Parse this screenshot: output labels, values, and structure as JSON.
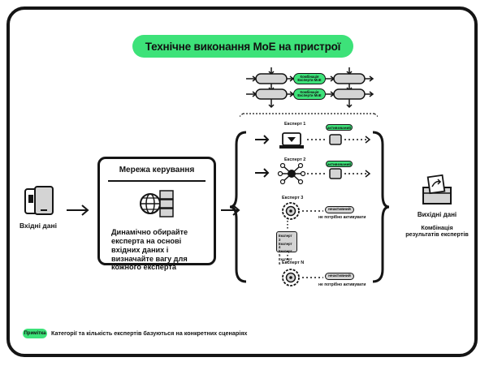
{
  "title": "Технічне виконання MoE на пристрої",
  "input": {
    "label": "Вхідні дані"
  },
  "gate": {
    "title": "Мережа керування",
    "description": "Динамічно обирайте експерта на основі вхідних даних і визначайте вагу для кожного експерта"
  },
  "flow_tags": {
    "top": "Комбінація Експерти MoE",
    "bottom": "Комбінація Експерти MoE"
  },
  "experts": [
    {
      "name": "Експерт 1",
      "status": "активований",
      "active": true
    },
    {
      "name": "Експерт 2",
      "status": "активований",
      "active": true
    },
    {
      "name": "Експерт 3",
      "status": "неактивний",
      "note": "не потрібно активувати",
      "active": false
    },
    {
      "name": "Експерт N",
      "status": "неактивний",
      "note": "не потрібно активувати",
      "active": false
    }
  ],
  "stack_card": {
    "lines": [
      "Експерт 3",
      "Експерт 4",
      "Експерт 5",
      "Експерт 6"
    ]
  },
  "output": {
    "label": "Вихідні дані",
    "combo": "Комбінація результатів експертів"
  },
  "note": {
    "tag": "Примітка",
    "text": "Категорії та кількість експертів базуються на конкретних сценаріях"
  },
  "colors": {
    "accent": "#3de279",
    "ink": "#151515",
    "gray": "#d4d4d4"
  }
}
